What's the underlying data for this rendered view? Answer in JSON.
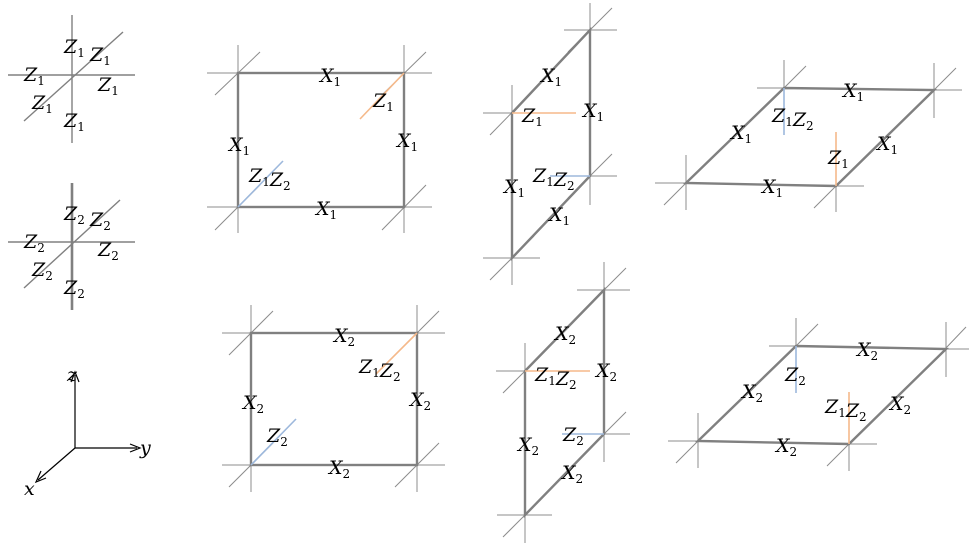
{
  "colors": {
    "edge": "#808080",
    "orange_edge": "#f5b98a",
    "blue_edge": "#9db8dc",
    "axis": "#000000"
  },
  "labels": {
    "Z1": [
      "Z",
      "1"
    ],
    "Z2": [
      "Z",
      "2"
    ],
    "X1": [
      "X",
      "1"
    ],
    "X2": [
      "X",
      "2"
    ],
    "Z1Z2": [
      "Z",
      "1",
      "Z",
      "2"
    ]
  },
  "axes": {
    "z": "z",
    "y": "y",
    "x": "x"
  }
}
